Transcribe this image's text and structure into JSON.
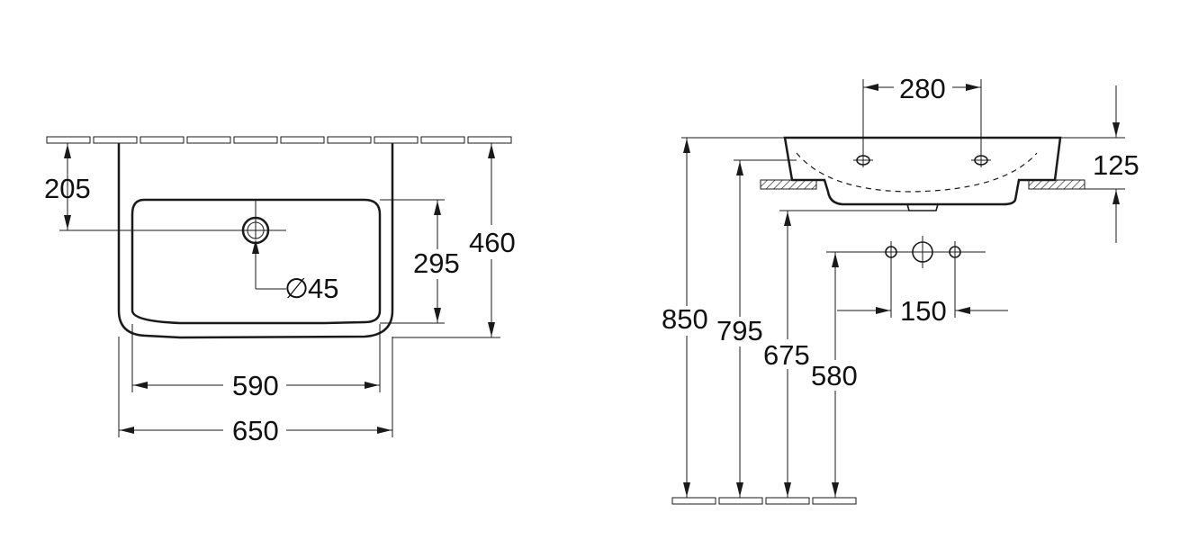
{
  "diagram": {
    "front_view": {
      "dim_outer_width": "650",
      "dim_inner_width": "590",
      "dim_depth": "460",
      "dim_bowl_depth": "295",
      "dim_tap_hole_offset": "205",
      "dim_tap_hole_diameter": "45"
    },
    "side_view": {
      "dim_tap_spacing": "280",
      "dim_rim_height": "850",
      "dim_bowl_height": "795",
      "dim_waste_height": "675",
      "dim_supply_height": "580",
      "dim_supply_spacing": "150",
      "dim_basin_thickness": "125"
    },
    "diameter_symbol": "∅"
  }
}
